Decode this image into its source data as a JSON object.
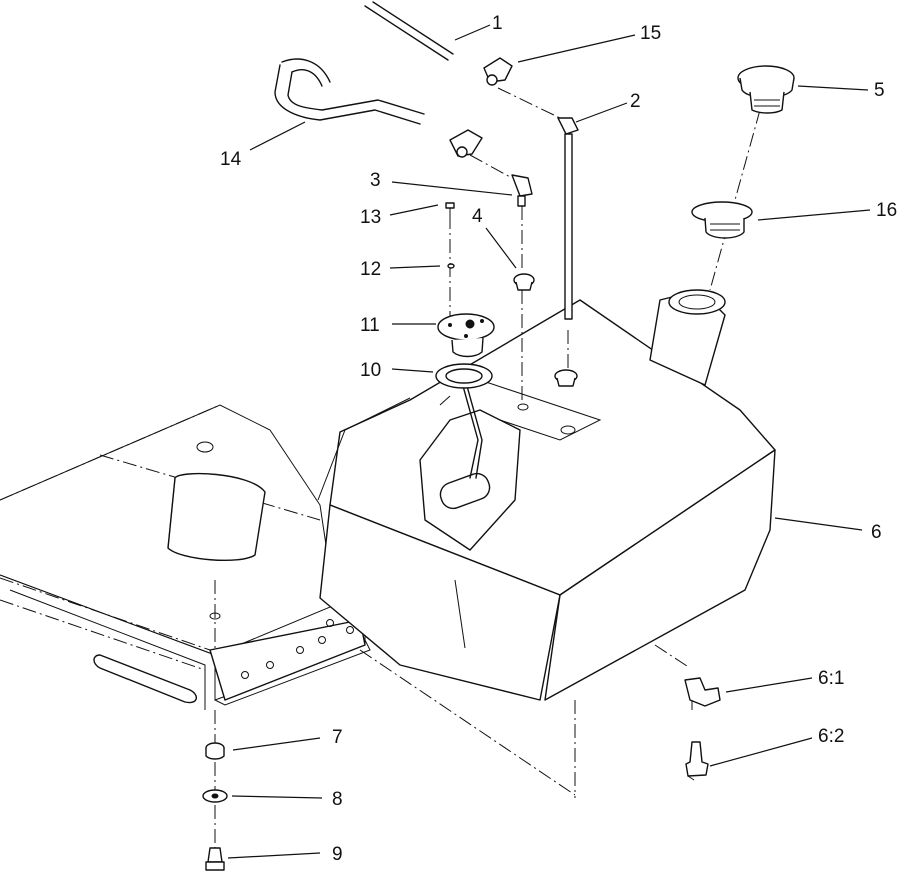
{
  "callouts": [
    {
      "id": "c1",
      "label": "1"
    },
    {
      "id": "c15",
      "label": "15"
    },
    {
      "id": "c2",
      "label": "2"
    },
    {
      "id": "c5",
      "label": "5"
    },
    {
      "id": "c14",
      "label": "14"
    },
    {
      "id": "c3",
      "label": "3"
    },
    {
      "id": "c13",
      "label": "13"
    },
    {
      "id": "c4",
      "label": "4"
    },
    {
      "id": "c16",
      "label": "16"
    },
    {
      "id": "c12",
      "label": "12"
    },
    {
      "id": "c11",
      "label": "11"
    },
    {
      "id": "c10",
      "label": "10"
    },
    {
      "id": "c6",
      "label": "6"
    },
    {
      "id": "c61",
      "label": "6:1"
    },
    {
      "id": "c62",
      "label": "6:2"
    },
    {
      "id": "c7",
      "label": "7"
    },
    {
      "id": "c8",
      "label": "8"
    },
    {
      "id": "c9",
      "label": "9"
    }
  ]
}
